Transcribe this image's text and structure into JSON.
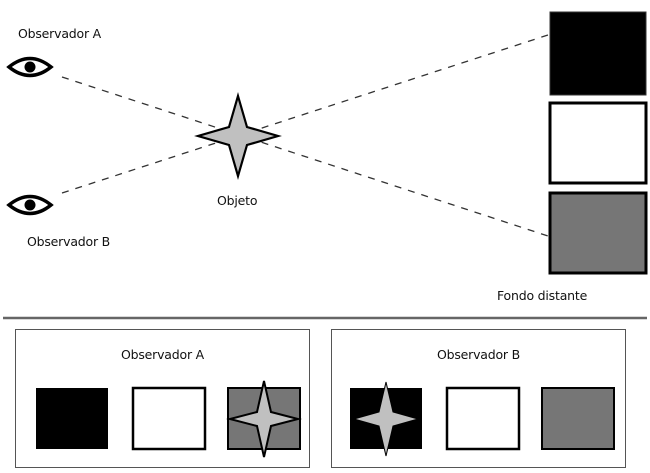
{
  "top": {
    "observer_a": {
      "label": "Observador A",
      "icon": "eye-icon"
    },
    "observer_b": {
      "label": "Observador B",
      "icon": "eye-icon"
    },
    "object": {
      "label": "Objeto",
      "icon": "four-point-star-icon",
      "fill": "#c0c0c0"
    },
    "background": {
      "label": "Fondo distante",
      "swatches": [
        {
          "name": "black",
          "color": "#000000"
        },
        {
          "name": "white",
          "color": "#ffffff"
        },
        {
          "name": "gray",
          "color": "#767676"
        }
      ]
    }
  },
  "bottom": {
    "panels": [
      {
        "title": "Observador A",
        "swatches": [
          "#000000",
          "#ffffff",
          "#767676"
        ],
        "star_on": 2
      },
      {
        "title": "Observador B",
        "swatches": [
          "#000000",
          "#ffffff",
          "#767676"
        ],
        "star_on": 0
      }
    ]
  },
  "colors": {
    "divider": "#666666",
    "star_fill": "#c0c0c0",
    "line": "#333333"
  }
}
